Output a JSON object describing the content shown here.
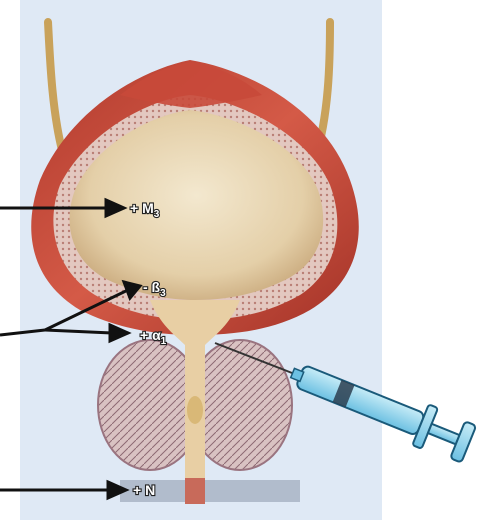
{
  "labels": {
    "m3": {
      "sign": "+ M",
      "sub": "3"
    },
    "b3": {
      "sign": "- ß",
      "sub": "3"
    },
    "a1": {
      "sign": "+ α",
      "sub": "1"
    },
    "n": {
      "sign": "+ N"
    }
  },
  "colors": {
    "background": "#dfe9f5",
    "muscle": "#c24a3a",
    "mucosa": "#e9d7b6",
    "arrow": "#111111",
    "syringe": "#8fd0ea",
    "needle": "#333333"
  },
  "icons": [
    "arrow-icon",
    "syringe-icon"
  ]
}
